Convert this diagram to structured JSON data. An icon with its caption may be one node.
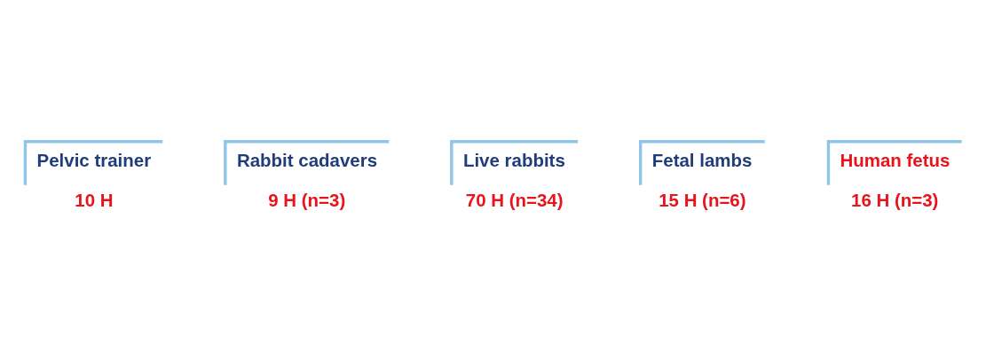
{
  "diagram": {
    "nodes": [
      {
        "text": [
          "Pelvic trainer",
          "10 H"
        ]
      },
      {
        "text": [
          "Rabbit cadavers",
          "9 H (n=3)"
        ]
      },
      {
        "text": [
          "Live rabbits",
          "70 H (n=34)"
        ]
      },
      {
        "text": [
          "Fetal lambs",
          "15 H (n=6)"
        ]
      },
      {
        "text": [
          "Human fetus",
          "16 H (n=3)"
        ]
      }
    ],
    "edges": []
  }
}
